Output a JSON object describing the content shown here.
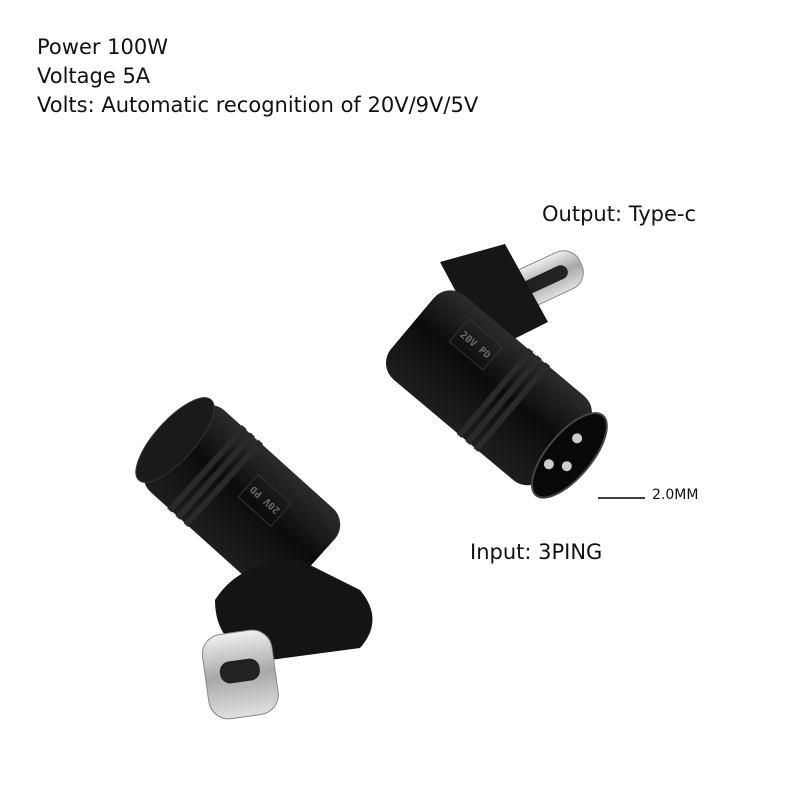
{
  "specs": {
    "power": "Power 100W",
    "voltage": "Voltage 5A",
    "volts": "Volts: Automatic recognition of 20V/9V/5V"
  },
  "labels": {
    "output": "Output: Type-c",
    "input": "Input: 3PING",
    "pin_size": "2.0MM"
  },
  "adapter_marking": "20V PD",
  "colors": {
    "body": "#141414",
    "metal": "#c8c8c8"
  }
}
